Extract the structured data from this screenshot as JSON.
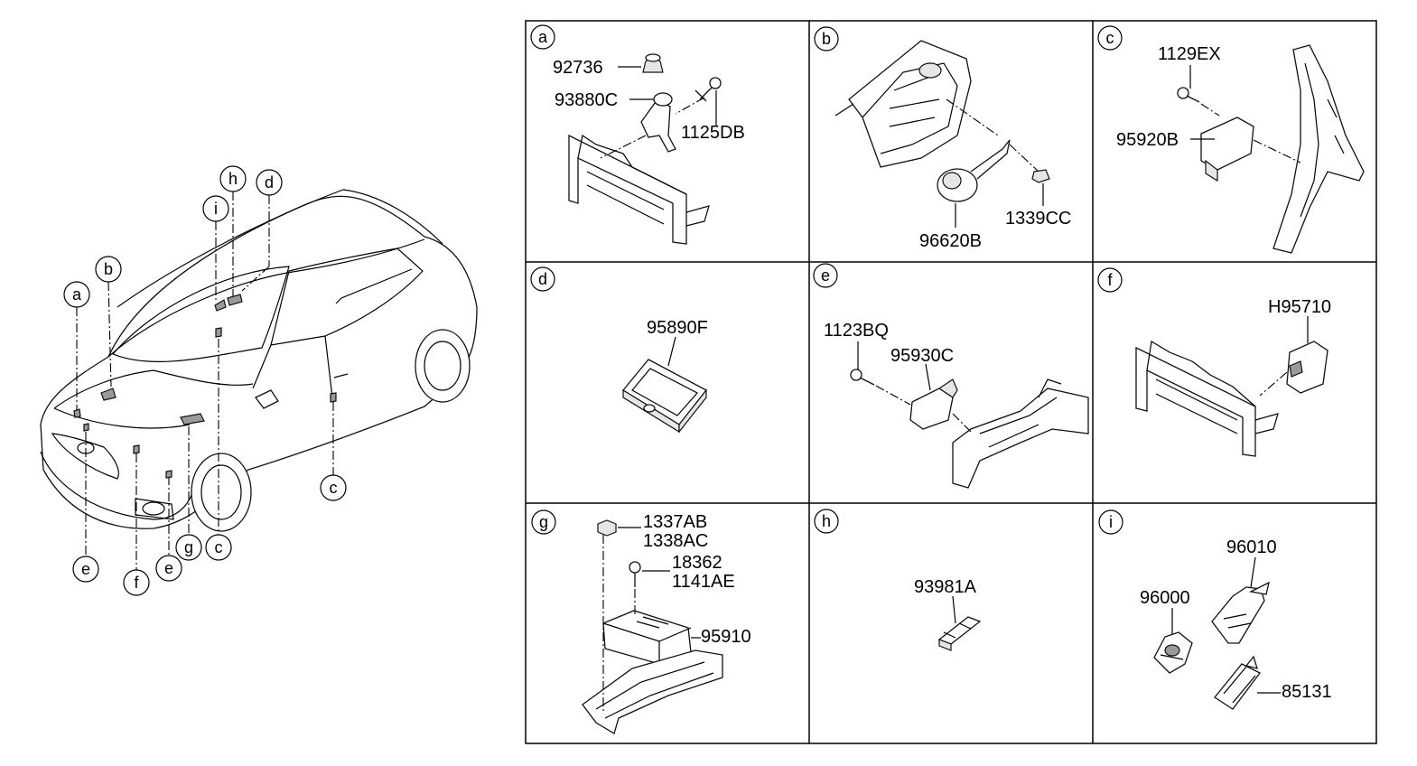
{
  "overview": {
    "callouts": [
      {
        "id": "a",
        "letter": "a"
      },
      {
        "id": "b",
        "letter": "b"
      },
      {
        "id": "h",
        "letter": "h"
      },
      {
        "id": "d",
        "letter": "d"
      },
      {
        "id": "i",
        "letter": "i"
      },
      {
        "id": "c1",
        "letter": "c"
      },
      {
        "id": "e1",
        "letter": "e"
      },
      {
        "id": "f",
        "letter": "f"
      },
      {
        "id": "e2",
        "letter": "e"
      },
      {
        "id": "g",
        "letter": "g"
      },
      {
        "id": "c2",
        "letter": "c"
      }
    ]
  },
  "panels": {
    "a": {
      "letter": "a",
      "parts": [
        "92736",
        "93880C",
        "1125DB"
      ]
    },
    "b": {
      "letter": "b",
      "parts": [
        "96620B",
        "1339CC"
      ]
    },
    "c": {
      "letter": "c",
      "parts": [
        "1129EX",
        "95920B"
      ]
    },
    "d": {
      "letter": "d",
      "parts": [
        "95890F"
      ]
    },
    "e": {
      "letter": "e",
      "parts": [
        "1123BQ",
        "95930C"
      ]
    },
    "f": {
      "letter": "f",
      "parts": [
        "H95710"
      ]
    },
    "g": {
      "letter": "g",
      "parts": [
        "1337AB",
        "1338AC",
        "18362",
        "1141AE",
        "95910"
      ]
    },
    "h": {
      "letter": "h",
      "parts": [
        "93981A"
      ]
    },
    "i": {
      "letter": "i",
      "parts": [
        "96010",
        "96000",
        "85131"
      ]
    }
  }
}
